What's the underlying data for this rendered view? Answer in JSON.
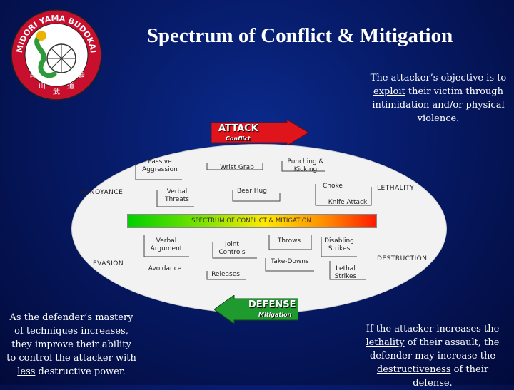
{
  "title": "Spectrum of Conflict & Mitigation",
  "logo": {
    "text_top": "MIDORI YAMA BUDOKAI",
    "kanji": [
      "緑",
      "山",
      "武",
      "道",
      "会"
    ],
    "colors": {
      "ring": "#c8102e",
      "center": "#ffffff",
      "dragon": "#2e9b3a"
    }
  },
  "attack_note": {
    "pre": "The attacker’s objective is to ",
    "emph": "exploit",
    "post": " their victim through intimidation and/or physical violence."
  },
  "defender_note": {
    "pre": "As the defender’s mastery of techniques increases, they improve their ability to control the attacker with ",
    "emph": "less",
    "post": " destructive power."
  },
  "lethality_note": {
    "p1": "If the attacker increases the ",
    "emph1": "lethality",
    "p2": " of their assault, the defender may increase the ",
    "emph2": "destructiveness",
    "p3": " of their defense."
  },
  "attack_arrow": {
    "label": "ATTACK",
    "sub": "Conflict",
    "color": "#e0151b"
  },
  "defense_arrow": {
    "label": "DEFENSE",
    "sub": "Mitigation",
    "color": "#1f9a2e"
  },
  "side_labels": {
    "annoyance": "ANNOYANCE",
    "lethality": "LETHALITY",
    "evasion": "EVASION",
    "destruction": "DESTRUCTION"
  },
  "spectrum_label": "SPECTRUM OF CONFLICT & MITIGATION",
  "attack_items": {
    "passive": [
      "Passive",
      "Aggression"
    ],
    "wrist": "Wrist Grab",
    "punching": [
      "Punching &",
      "Kicking"
    ],
    "verbal_threats": [
      "Verbal",
      "Threats"
    ],
    "bear_hug": "Bear Hug",
    "choke": "Choke",
    "knife": "Knife Attack"
  },
  "defense_items": {
    "verbal_argument": [
      "Verbal",
      "Argument"
    ],
    "joint": [
      "Joint",
      "Controls"
    ],
    "throws": "Throws",
    "disabling": [
      "Disabling",
      "Strikes"
    ],
    "avoidance": "Avoidance",
    "takedowns": "Take-Downs",
    "releases": "Releases",
    "lethal": [
      "Lethal",
      "Strikes"
    ]
  }
}
